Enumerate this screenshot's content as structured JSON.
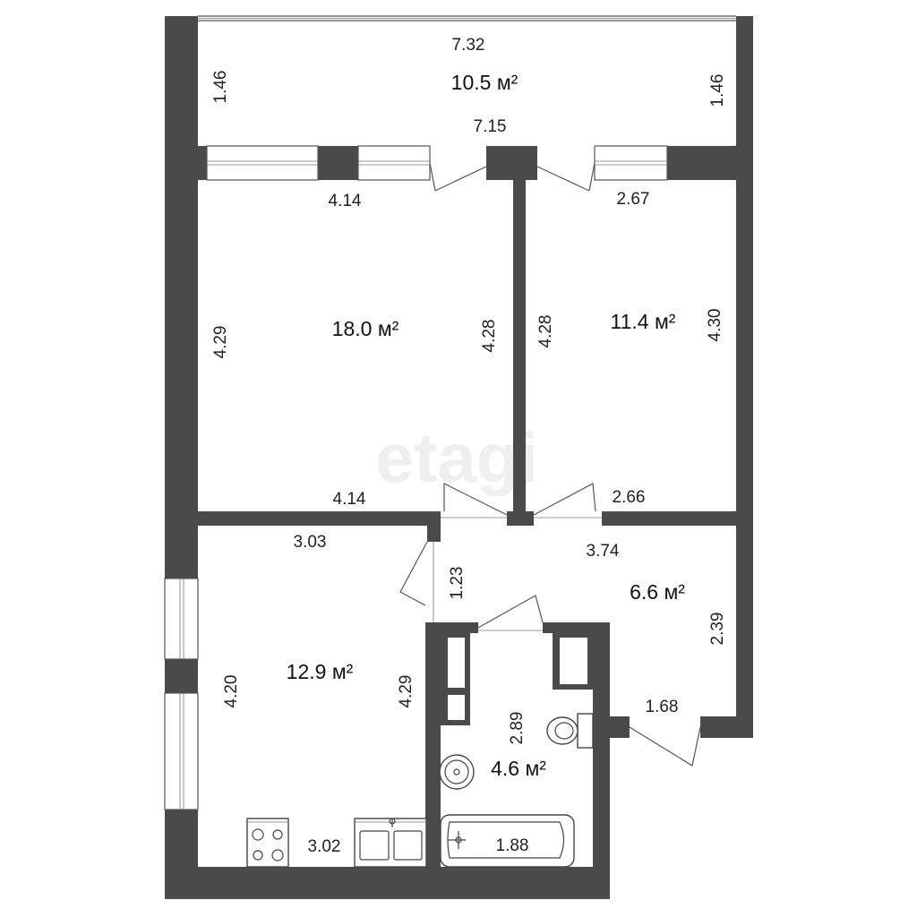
{
  "watermark": "etagi",
  "rooms": {
    "balcony": "10.5 м²",
    "big_room": "18.0 м²",
    "small_room": "11.4 м²",
    "kitchen": "12.9 м²",
    "hall": "6.6 м²",
    "bathroom": "4.6 м²"
  },
  "dims": {
    "balcony_top": "7.32",
    "balcony_left": "1.46",
    "balcony_right": "1.46",
    "balcony_bottom": "7.15",
    "big_top": "4.14",
    "big_left": "4.29",
    "big_right": "4.28",
    "big_bottom": "4.14",
    "small_top": "2.67",
    "small_left": "4.28",
    "small_right": "4.30",
    "small_bottom": "2.66",
    "kitchen_top": "3.03",
    "kitchen_left": "4.20",
    "kitchen_right": "4.29",
    "kitchen_bottom": "3.02",
    "hall_top": "3.74",
    "hall_left": "1.23",
    "hall_right": "2.39",
    "hall_bottom": "1.68",
    "bath_side": "2.89",
    "bath_tub": "1.88"
  }
}
